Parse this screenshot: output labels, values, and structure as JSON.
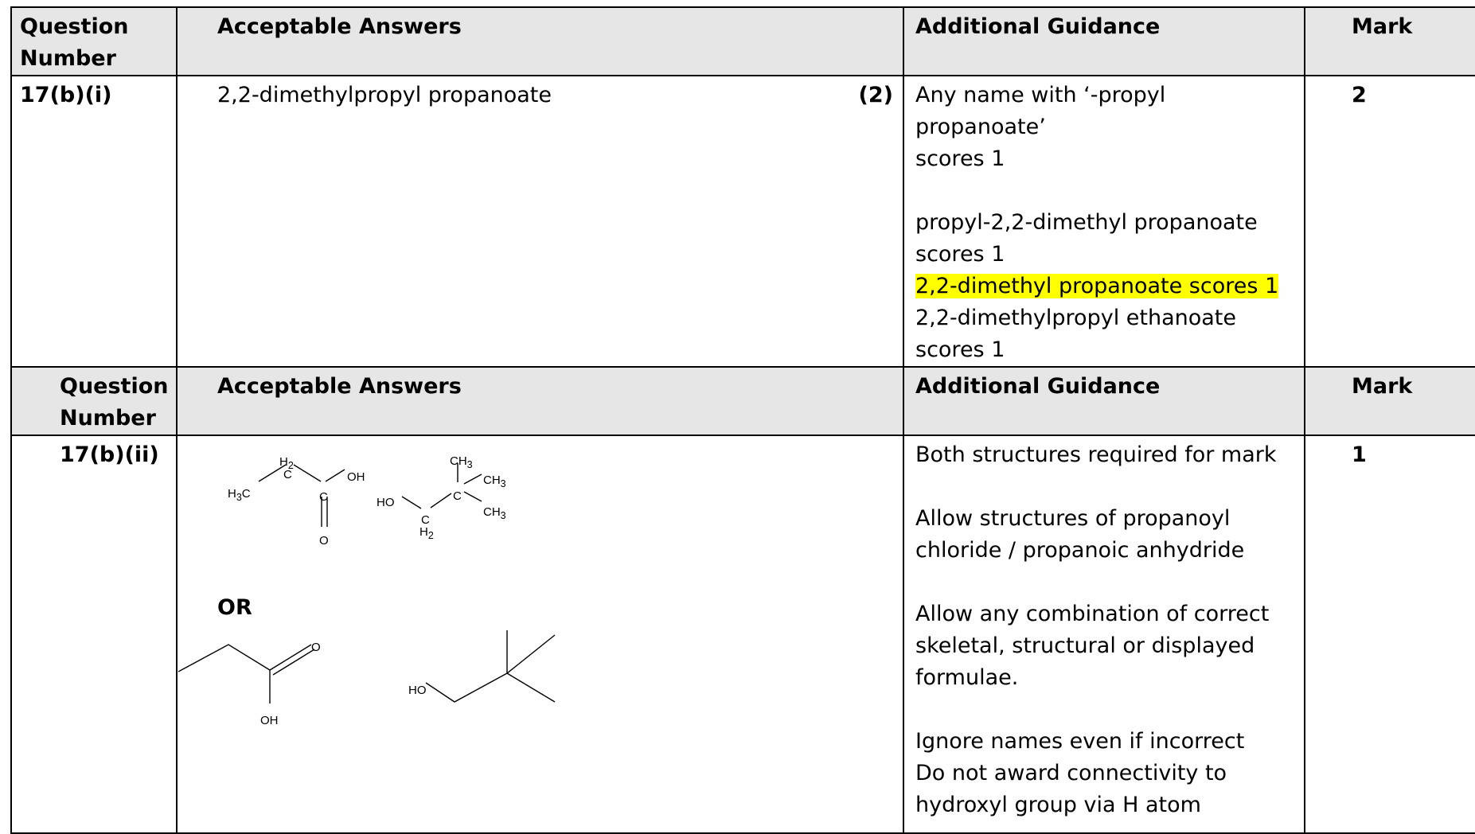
{
  "table1": {
    "headers": {
      "question_number": "Question Number",
      "acceptable_answers": "Acceptable Answers",
      "additional_guidance": "Additional Guidance",
      "mark": "Mark"
    },
    "row": {
      "question": "17(b)(i)",
      "answer": "2,2-dimethylpropyl propanoate",
      "answer_marks": "(2)",
      "guidance": [
        "Any name with ‘-propyl propanoate’",
        "scores 1",
        "",
        "propyl-2,2-dimethyl propanoate",
        "scores 1",
        "2,2-dimethyl propanoate scores 1",
        "2,2-dimethylpropyl ethanoate",
        "scores 1"
      ],
      "mark": "2"
    }
  },
  "table2": {
    "headers": {
      "question_number": "Question Number",
      "acceptable_answers": "Acceptable Answers",
      "additional_guidance": "Additional Guidance",
      "mark": "Mark"
    },
    "row": {
      "question": "17(b)(ii)",
      "or_label": "OR",
      "structures": {
        "acid_H2": "H",
        "acid_H2_sub": "2",
        "acid_C1": "C",
        "acid_C2": "C",
        "acid_OH": "OH",
        "acid_H3C": "H",
        "acid_H3C_sub": "3",
        "acid_H3C_tail": "C",
        "acid_O": "O",
        "alc_CH3_top": "CH",
        "alc_sub3": "3",
        "alc_HO": "HO",
        "alc_C1": "C",
        "alc_C2": "C",
        "alc_H2": "H",
        "alc_H2_sub": "2",
        "skel_acid_O": "O",
        "skel_acid_OH": "OH",
        "skel_alc_HO": "HO"
      },
      "guidance": [
        "Both structures required for mark",
        "",
        "Allow structures of propanoyl",
        "chloride / propanoic anhydride",
        "",
        "Allow any combination of correct",
        "skeletal, structural or displayed",
        "formulae.",
        "",
        "Ignore names even if incorrect",
        "Do not award connectivity to",
        "hydroxyl group via H atom"
      ],
      "mark": "1"
    }
  },
  "colors": {
    "header_bg": "#e6e6e6",
    "highlight": "#ffff00",
    "border": "#000000"
  }
}
